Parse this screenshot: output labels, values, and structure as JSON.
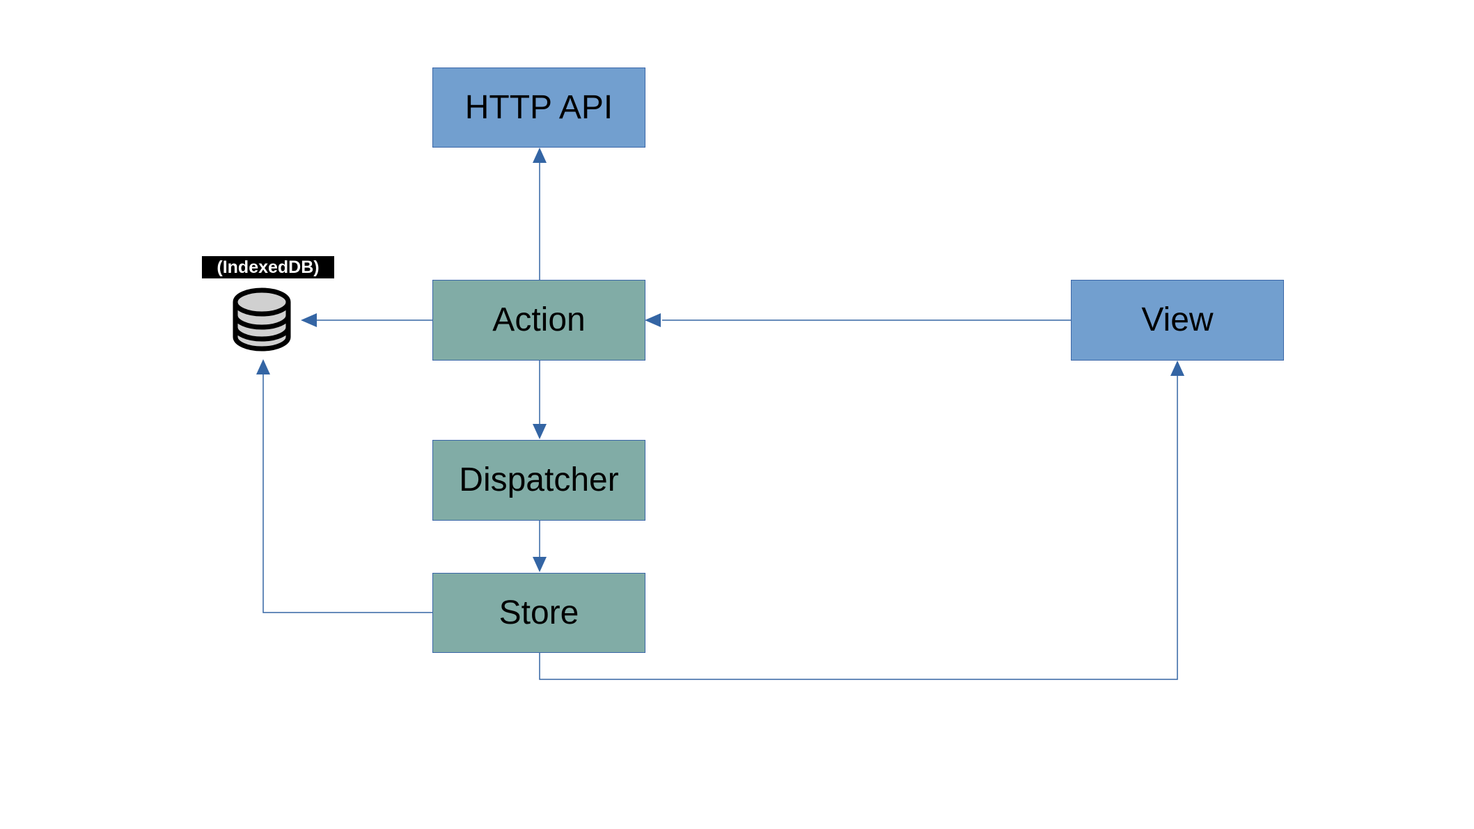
{
  "nodes": {
    "http_api": {
      "label": "HTTP API",
      "color": "#729fcf"
    },
    "action": {
      "label": "Action",
      "color": "#81aca6"
    },
    "dispatcher": {
      "label": "Dispatcher",
      "color": "#81aca6"
    },
    "store": {
      "label": "Store",
      "color": "#81aca6"
    },
    "view": {
      "label": "View",
      "color": "#729fcf"
    }
  },
  "database": {
    "label": "(IndexedDB)",
    "icon": "database-icon"
  },
  "edges": [
    {
      "from": "Action",
      "to": "HTTP API"
    },
    {
      "from": "Action",
      "to": "(IndexedDB)"
    },
    {
      "from": "Action",
      "to": "Dispatcher"
    },
    {
      "from": "Dispatcher",
      "to": "Store"
    },
    {
      "from": "Store",
      "to": "(IndexedDB)"
    },
    {
      "from": "Store",
      "to": "View"
    },
    {
      "from": "View",
      "to": "Action"
    }
  ],
  "colors": {
    "edge": "#3465a4",
    "border": "#3a66a8"
  }
}
